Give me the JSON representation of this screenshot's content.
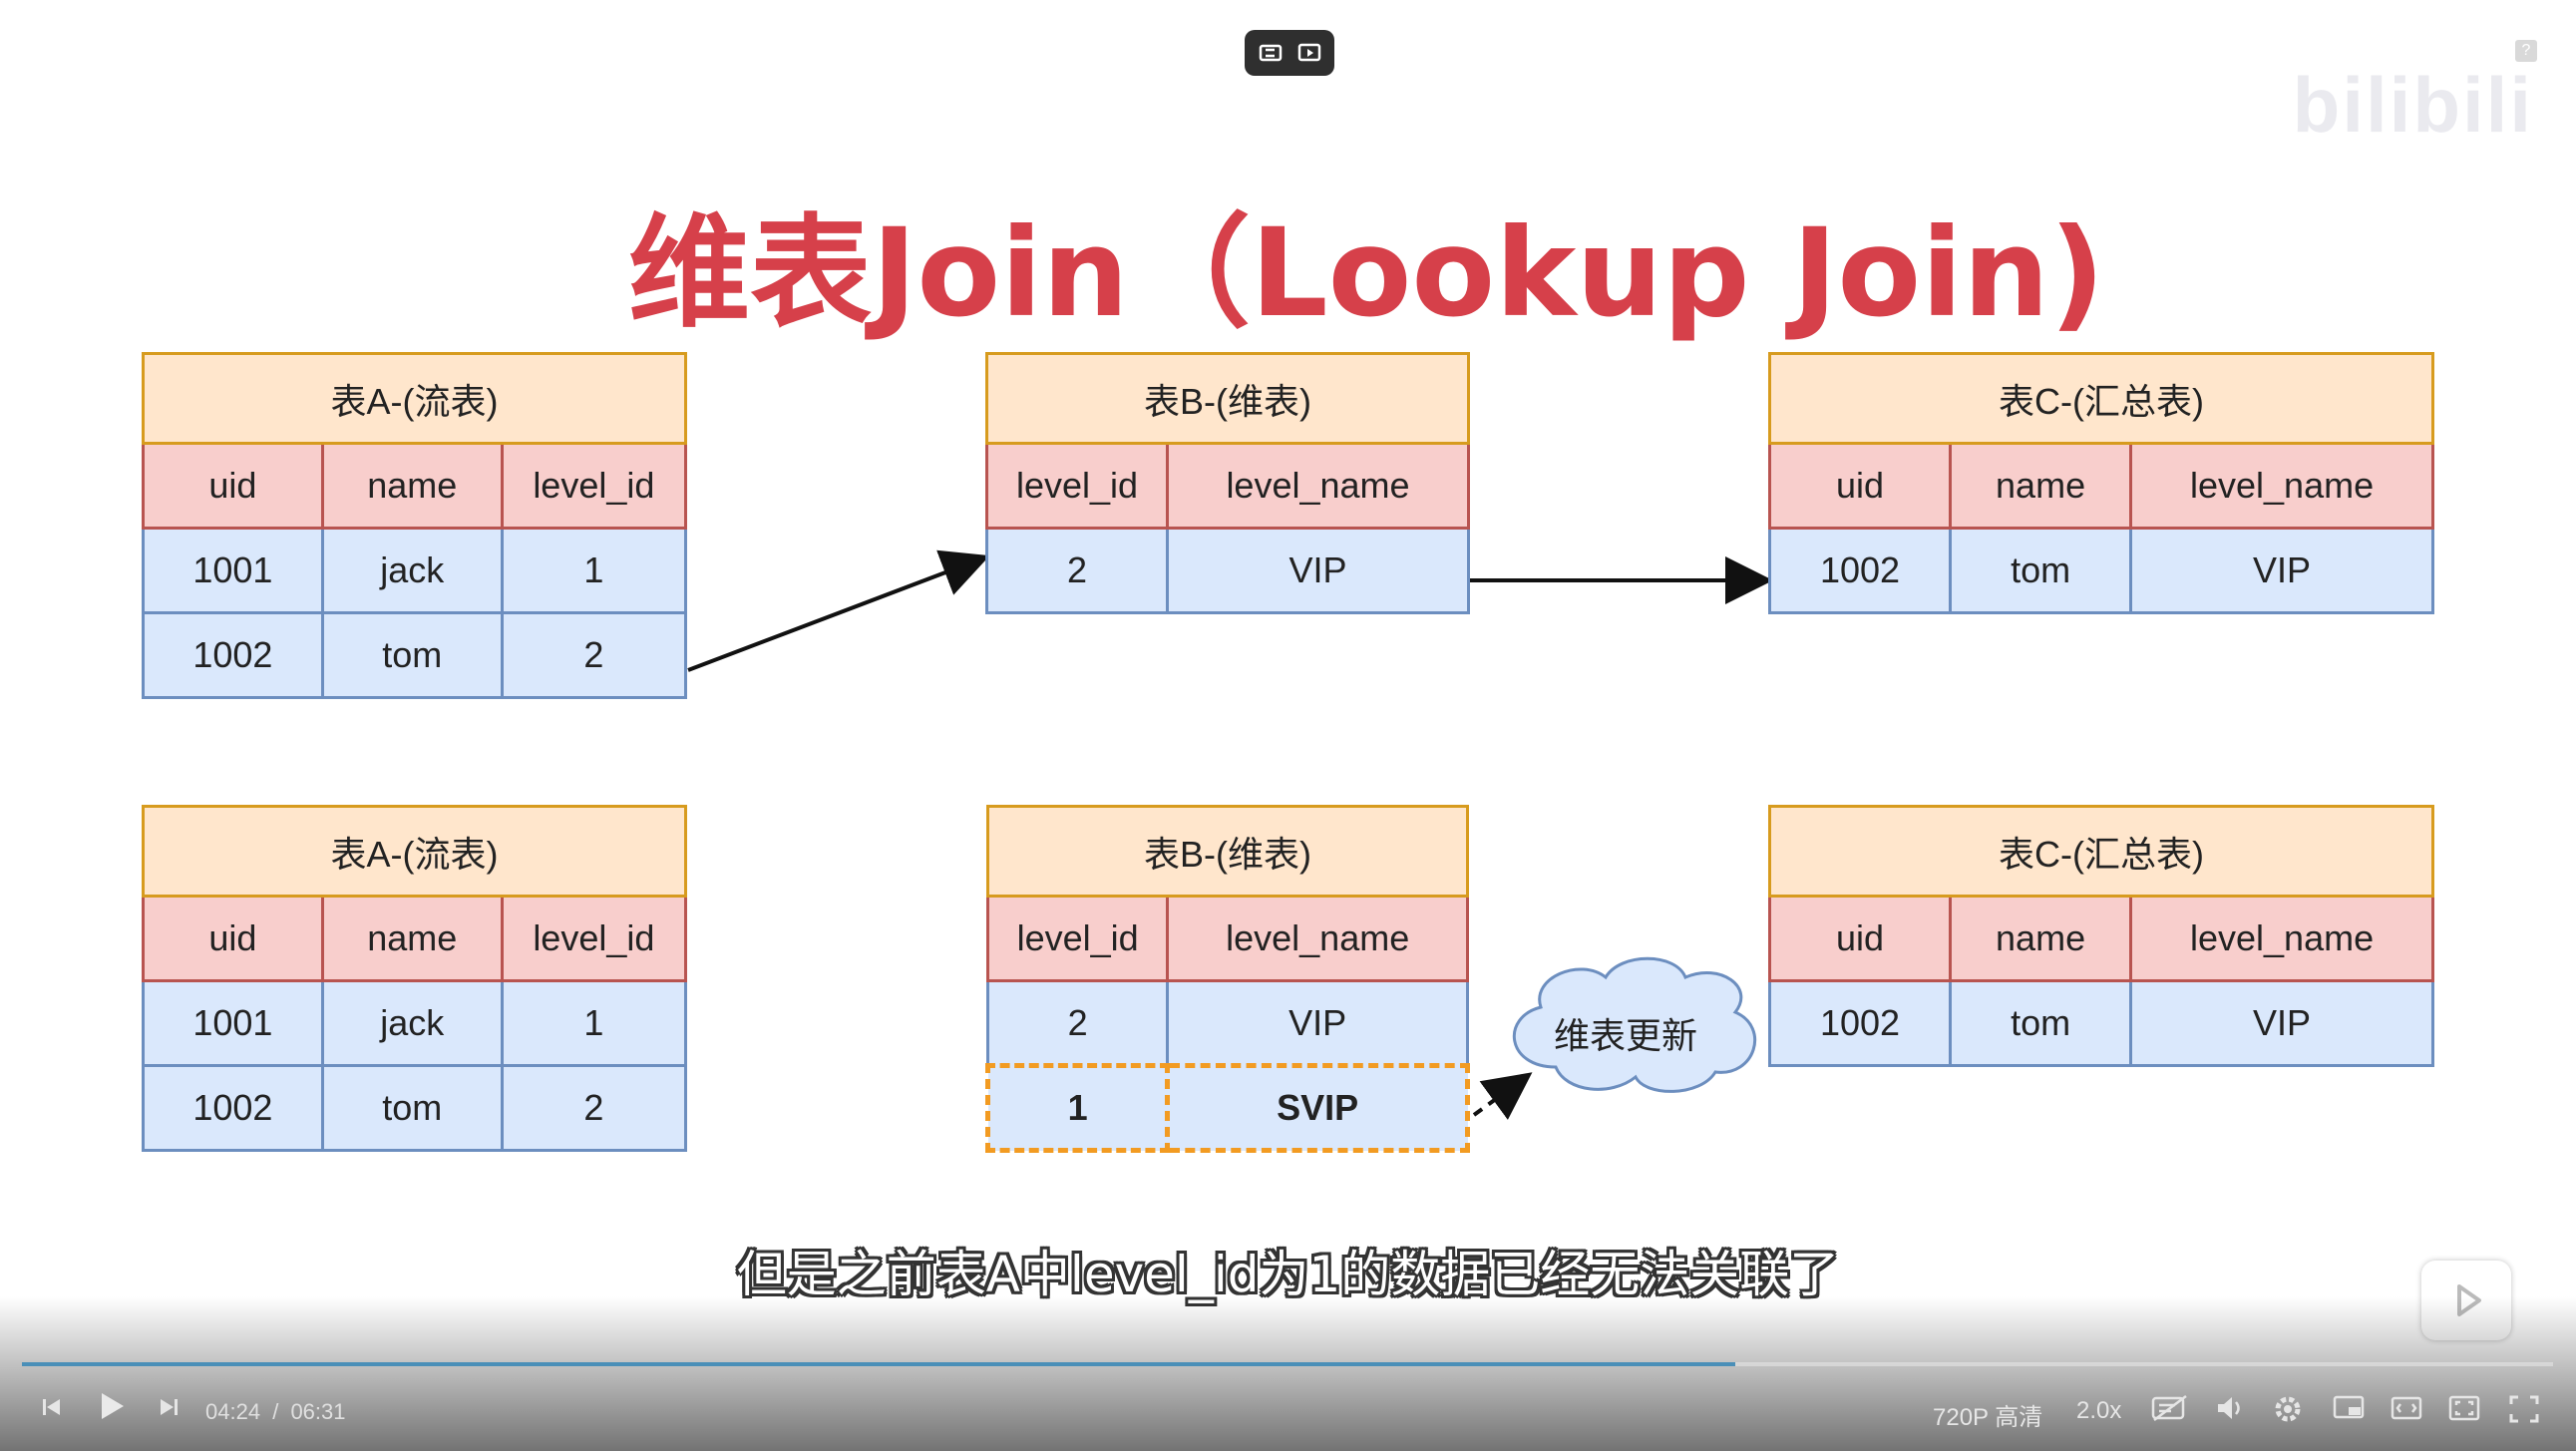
{
  "video": {
    "title": "维表Join（Lookup Join)",
    "watermark": "bilibili",
    "subtitle": "但是之前表A中level_id为1的数据已经无法关联了",
    "cloud_label": "维表更新",
    "help_badge": "?"
  },
  "tables": {
    "a_top": {
      "caption": "表A-(流表)",
      "headers": [
        "uid",
        "name",
        "level_id"
      ],
      "rows": [
        [
          "1001",
          "jack",
          "1"
        ],
        [
          "1002",
          "tom",
          "2"
        ]
      ]
    },
    "b_top": {
      "caption": "表B-(维表)",
      "headers": [
        "level_id",
        "level_name"
      ],
      "rows": [
        [
          "2",
          "VIP"
        ]
      ]
    },
    "c_top": {
      "caption": "表C-(汇总表)",
      "headers": [
        "uid",
        "name",
        "level_name"
      ],
      "rows": [
        [
          "1002",
          "tom",
          "VIP"
        ]
      ]
    },
    "a_bottom": {
      "caption": "表A-(流表)",
      "headers": [
        "uid",
        "name",
        "level_id"
      ],
      "rows": [
        [
          "1001",
          "jack",
          "1"
        ],
        [
          "1002",
          "tom",
          "2"
        ]
      ]
    },
    "b_bottom": {
      "caption": "表B-(维表)",
      "headers": [
        "level_id",
        "level_name"
      ],
      "rows": [
        [
          "2",
          "VIP"
        ],
        [
          "1",
          "SVIP"
        ]
      ]
    },
    "c_bottom": {
      "caption": "表C-(汇总表)",
      "headers": [
        "uid",
        "name",
        "level_name"
      ],
      "rows": [
        [
          "1002",
          "tom",
          "VIP"
        ]
      ]
    }
  },
  "player": {
    "current_time": "04:24",
    "separator": "/",
    "duration": "06:31",
    "progress": 0.677,
    "quality": "720P 高清",
    "speed": "2.0x",
    "icons": [
      "prev-icon",
      "play-icon",
      "next-icon",
      "danmaku-off-icon",
      "volume-icon",
      "settings-icon",
      "pip-icon",
      "widescreen-icon",
      "web-fullscreen-icon",
      "fullscreen-icon"
    ]
  }
}
